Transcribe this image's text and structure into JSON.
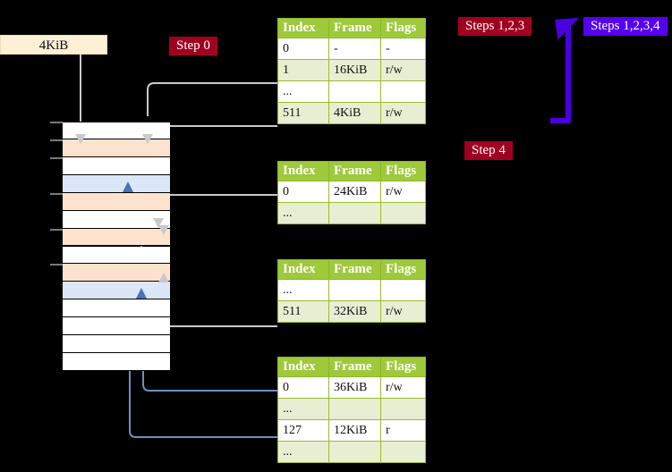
{
  "diagram": {
    "title_label": "4KiB",
    "badges": {
      "step0": "Step 0",
      "steps123": "Steps 1,2,3",
      "steps1234": "Steps 1,2,3,4",
      "step4": "Step 4"
    },
    "colors": {
      "badge_red": "#a00020",
      "badge_blue": "#5500ee",
      "table_header": "#9ec93a",
      "table_alt_row": "#e8eed2",
      "highlight": "#ffffa0",
      "memory_orange": "#fde3cd",
      "memory_blue": "#dbe7f7",
      "wire_gray": "#c9c9c9",
      "wire_blue": "#6f8fc4",
      "size_box": "#fdf0d5"
    },
    "columns": [
      "Index",
      "Frame",
      "Flags"
    ],
    "tables": [
      {
        "name": "pml4-table",
        "rows": [
          {
            "index": "0",
            "frame": "-",
            "flags": "-",
            "alt": false,
            "highlight": false
          },
          {
            "index": "1",
            "frame": "16KiB",
            "flags": "r/w",
            "alt": true,
            "highlight": false
          },
          {
            "index": "...",
            "frame": "",
            "flags": "",
            "alt": false,
            "highlight": false
          },
          {
            "index": "511",
            "frame": "4KiB",
            "flags": "r/w",
            "alt": true,
            "highlight": true
          }
        ]
      },
      {
        "name": "pdp-table",
        "rows": [
          {
            "index": "0",
            "frame": "24KiB",
            "flags": "r/w",
            "alt": false,
            "highlight": false
          },
          {
            "index": "...",
            "frame": "",
            "flags": "",
            "alt": true,
            "highlight": false
          }
        ]
      },
      {
        "name": "pd-table",
        "rows": [
          {
            "index": "...",
            "frame": "",
            "flags": "",
            "alt": false,
            "highlight": false
          },
          {
            "index": "511",
            "frame": "32KiB",
            "flags": "r/w",
            "alt": true,
            "highlight": false
          }
        ]
      },
      {
        "name": "pt-table",
        "rows": [
          {
            "index": "0",
            "frame": "36KiB",
            "flags": "r/w",
            "alt": false,
            "highlight": false
          },
          {
            "index": "...",
            "frame": "",
            "flags": "",
            "alt": true,
            "highlight": false
          },
          {
            "index": "127",
            "frame": "12KiB",
            "flags": "r",
            "alt": false,
            "highlight": false
          },
          {
            "index": "...",
            "frame": "",
            "flags": "",
            "alt": true,
            "highlight": false
          }
        ]
      }
    ],
    "memory_frames": [
      {
        "fill": "white"
      },
      {
        "fill": "orange"
      },
      {
        "fill": "white"
      },
      {
        "fill": "blue"
      },
      {
        "fill": "orange"
      },
      {
        "fill": "white"
      },
      {
        "fill": "orange"
      },
      {
        "fill": "white"
      },
      {
        "fill": "orange"
      },
      {
        "fill": "blue"
      },
      {
        "fill": "white"
      },
      {
        "fill": "white"
      },
      {
        "fill": "white"
      },
      {
        "fill": "white"
      }
    ]
  }
}
